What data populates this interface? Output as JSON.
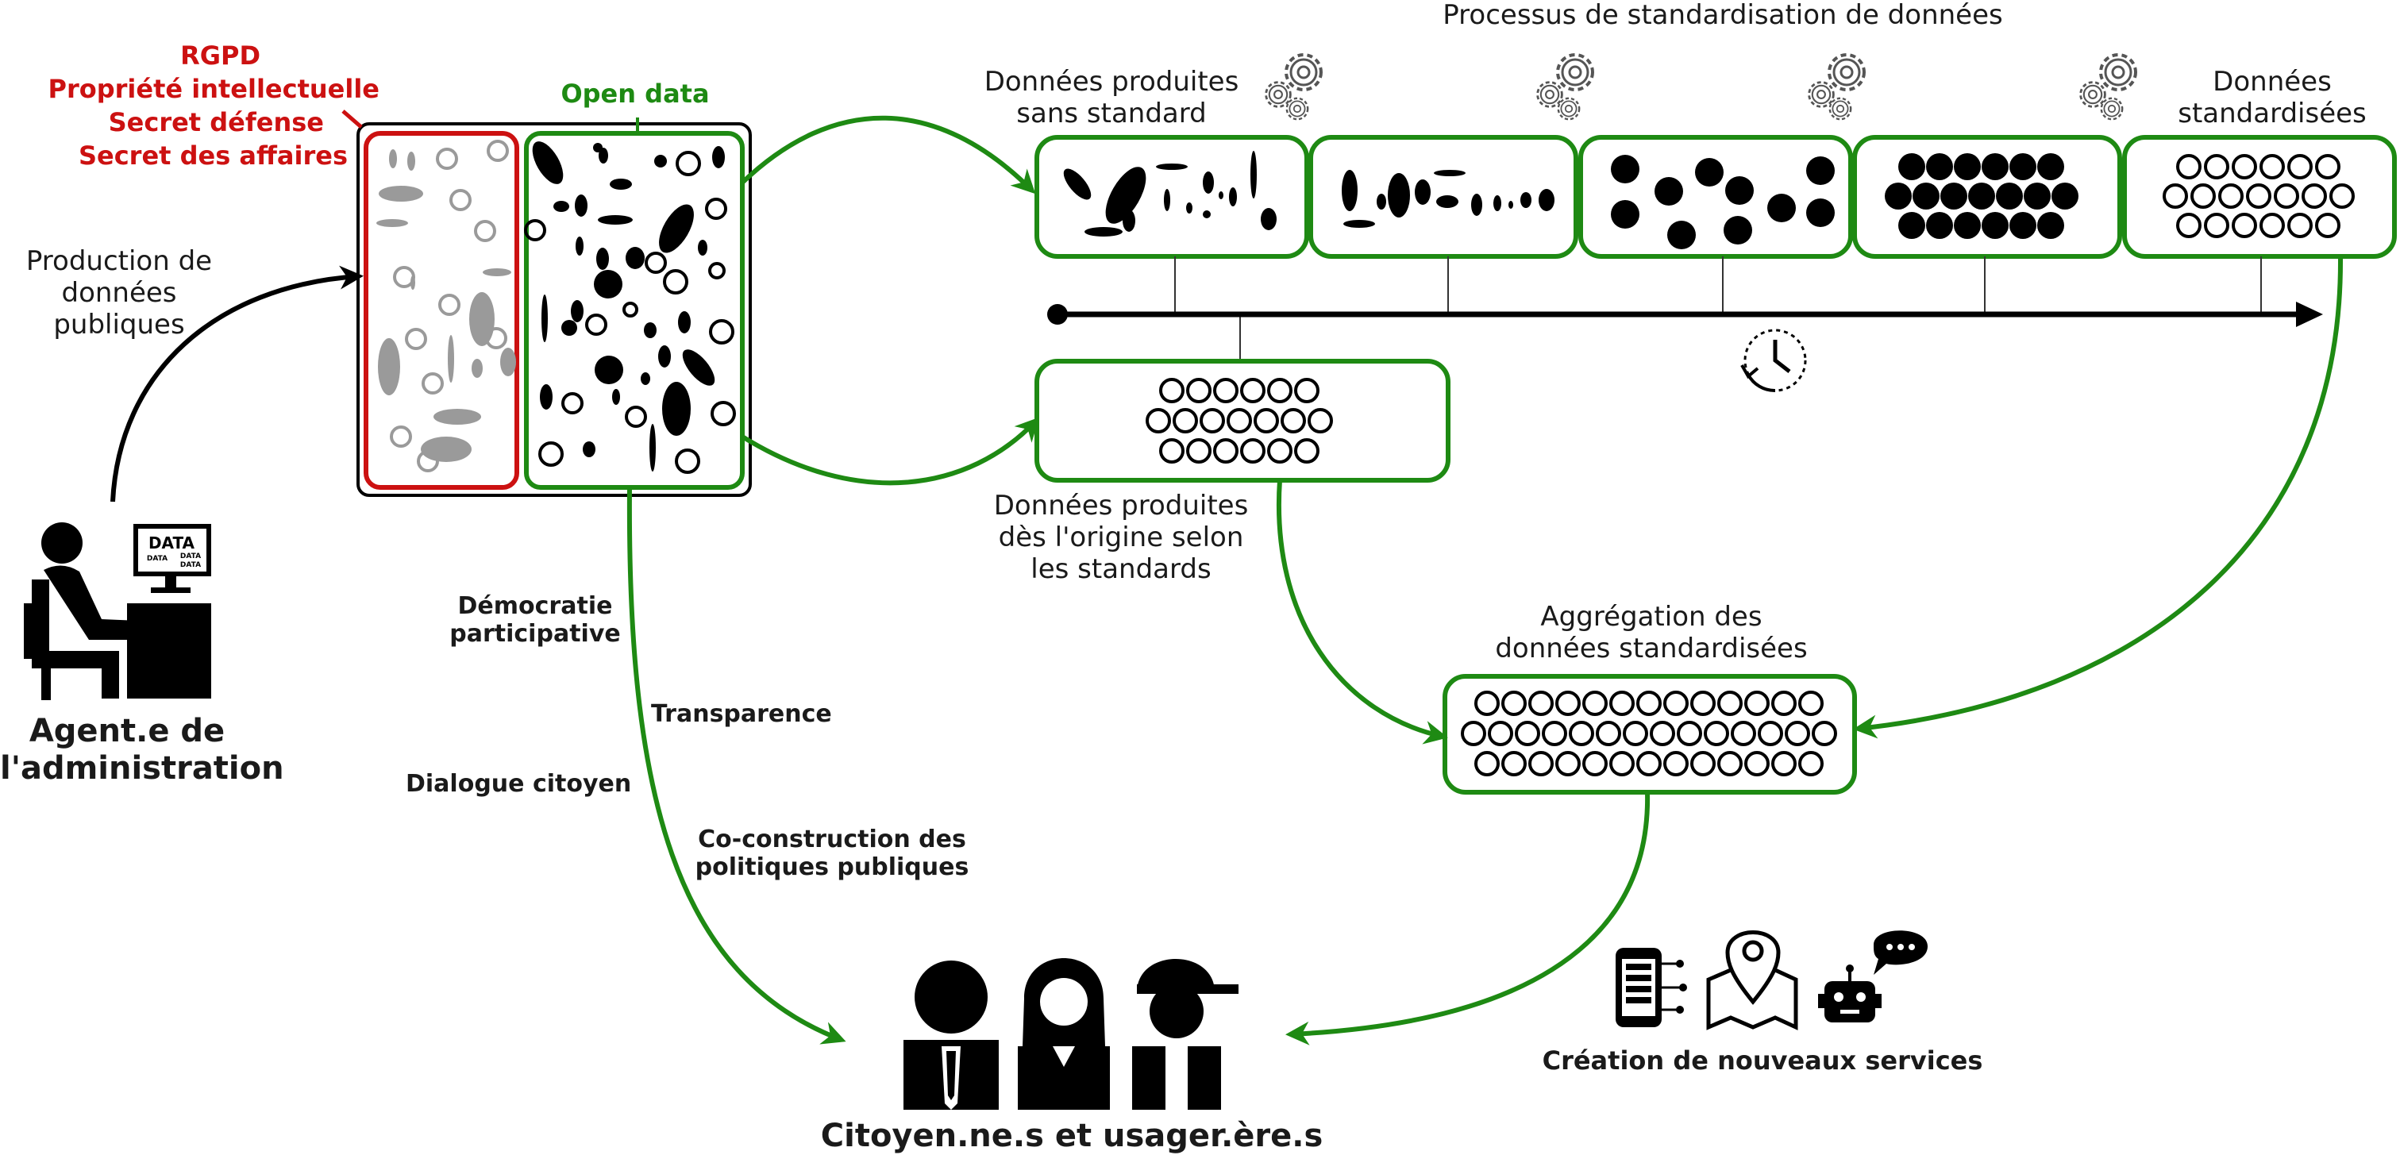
{
  "colors": {
    "green": "#1e8a13",
    "red": "#cc1111",
    "ink": "#000000",
    "gray": "#9a9a9a"
  },
  "left": {
    "production": "Production de\ndonnées\npubliques",
    "agent": "Agent.e de\nl'administration",
    "screen_label": "DATA",
    "screen_small": "DATA"
  },
  "restricted": {
    "items": [
      "RGPD",
      "Propriété intellectuelle",
      "Secret défense",
      "Secret des affaires"
    ]
  },
  "open_data": "Open data",
  "process": {
    "title": "Processus de standardisation de données",
    "raw": "Données produites\nsans standard",
    "standardized": "Données\nstandardisées",
    "at_origin": "Données produites\ndès l'origine selon\nles standards",
    "aggregation": "Aggrégation des\ndonnées standardisées"
  },
  "benefits": [
    "Démocratie\nparticipative",
    "Transparence",
    "Dialogue citoyen",
    "Co-construction des\npolitiques publiques"
  ],
  "services": "Création de nouveaux services",
  "citizens": "Citoyen.ne.s et usager.ère.s",
  "icons": [
    "gear-icon",
    "clock-icon",
    "mobile-app-icon",
    "map-pin-icon",
    "chatbot-icon",
    "person-icon"
  ]
}
